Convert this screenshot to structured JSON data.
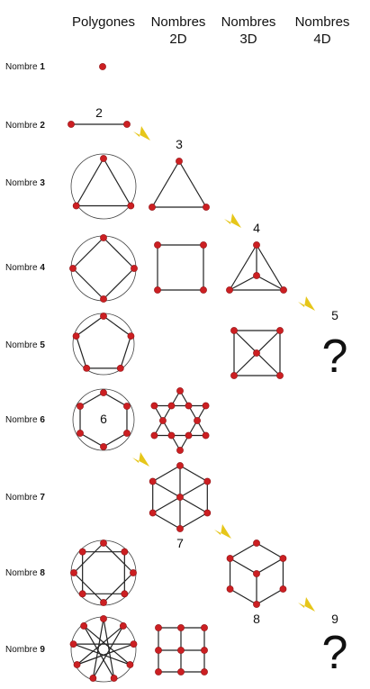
{
  "columns": [
    "Polygones",
    "Nombres",
    "2D",
    "Nombres",
    "3D",
    "Nombres",
    "4D"
  ],
  "row_prefix": "Nombre",
  "rows": [
    "1",
    "2",
    "3",
    "4",
    "5",
    "6",
    "7",
    "8",
    "9"
  ],
  "figure_numbers": {
    "seg2": "2",
    "tri3": "3",
    "tet4": "4",
    "hex6": "6",
    "hex7": "7",
    "cube8": "8",
    "col4d_5": "5",
    "col4d_9": "9"
  },
  "question_mark": "?",
  "colors": {
    "dot": "#cc1f22",
    "arrow": "#e6c619",
    "line": "#222222"
  }
}
